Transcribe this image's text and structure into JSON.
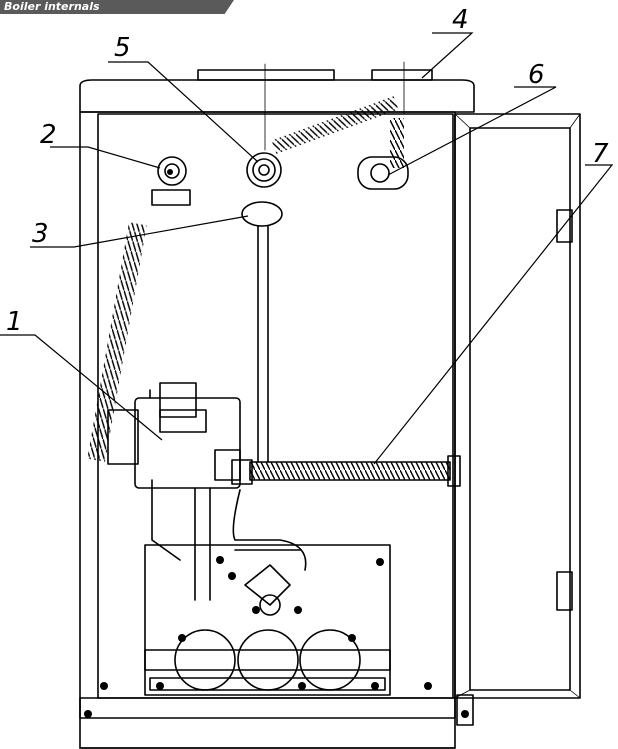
{
  "header": {
    "tab_label": "Boiler internals"
  },
  "callouts": [
    {
      "id": "1",
      "label": "1"
    },
    {
      "id": "2",
      "label": "2"
    },
    {
      "id": "3",
      "label": "3"
    },
    {
      "id": "4",
      "label": "4"
    },
    {
      "id": "5",
      "label": "5"
    },
    {
      "id": "6",
      "label": "6"
    },
    {
      "id": "7",
      "label": "7"
    }
  ],
  "colors": {
    "line": "#000000",
    "header": "#5a5a5a",
    "background": "#ffffff"
  }
}
